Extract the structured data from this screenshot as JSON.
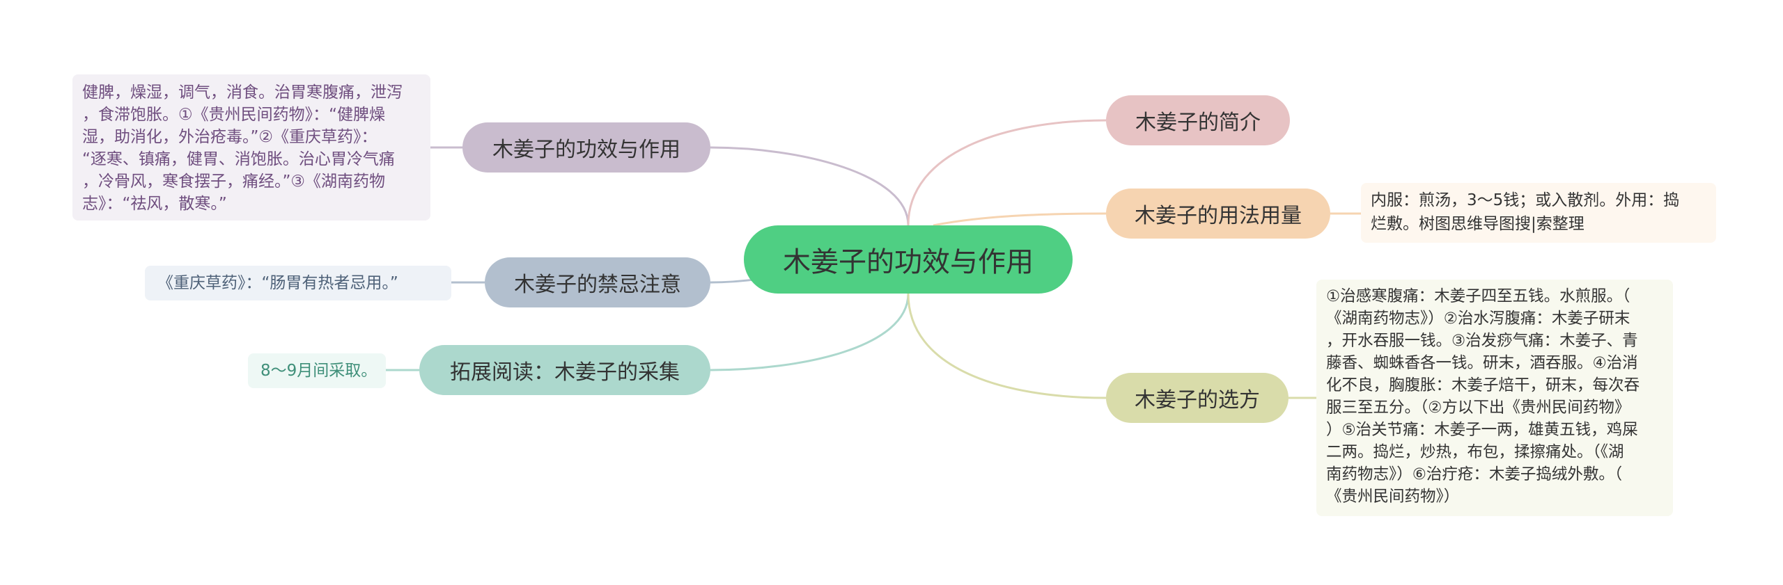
{
  "mindmap": {
    "root": "木姜子的功效与作用",
    "branches": {
      "gongxiao": {
        "label": "木姜子的功效与作用",
        "detail_lines": [
          "健脾，燥湿，调气，消食。治胃寒腹痛，泄泻",
          "，食滞饱胀。①《贵州民间药物》：“健脾燥",
          "湿，助消化，外治疮毒。”②《重庆草药》：",
          "“逐寒、镇痛，健胃、消饱胀。治心胃冷气痛",
          "，冷骨风，寒食摆子，痛经。”③《湖南药物",
          "志》：“祛风，散寒。”"
        ]
      },
      "jinji": {
        "label": "木姜子的禁忌注意",
        "detail": "《重庆草药》：“肠胃有热者忌用。”"
      },
      "caiji": {
        "label": "拓展阅读：木姜子的采集",
        "detail": "8～9月间采取。"
      },
      "jianjie": {
        "label": "木姜子的简介"
      },
      "yongfa": {
        "label": "木姜子的用法用量",
        "detail_lines": [
          "内服：煎汤，3～5钱；或入散剂。外用：捣",
          "烂敷。树图思维导图搜|索整理"
        ]
      },
      "xuanfang": {
        "label": "木姜子的选方",
        "detail_lines": [
          "①治感寒腹痛：木姜子四至五钱。水煎服。（",
          "《湖南药物志》）②治水泻腹痛：木姜子研末",
          "，开水吞服一钱。③治发痧气痛：木姜子、青",
          "藤香、蜘蛛香各一钱。研末，酒吞服。④治消",
          "化不良，胸腹胀：木姜子焙干，研末，每次吞",
          "服三至五分。（②方以下出《贵州民间药物》",
          "）⑤治关节痛：木姜子一两，雄黄五钱，鸡屎",
          "二两。捣烂，炒热，布包，揉擦痛处。（《湖",
          "南药物志》）⑥治疔疮：木姜子捣绒外敷。（",
          "《贵州民间药物》）"
        ]
      }
    },
    "colors": {
      "root": "#4fcf83",
      "gongxiao": "#c9bcce",
      "jinji": "#b2bfce",
      "caiji": "#acd8cd",
      "jianjie": "#e7c3c4",
      "yongfa": "#f6d4b1",
      "xuanfang": "#d9dcaa"
    }
  }
}
